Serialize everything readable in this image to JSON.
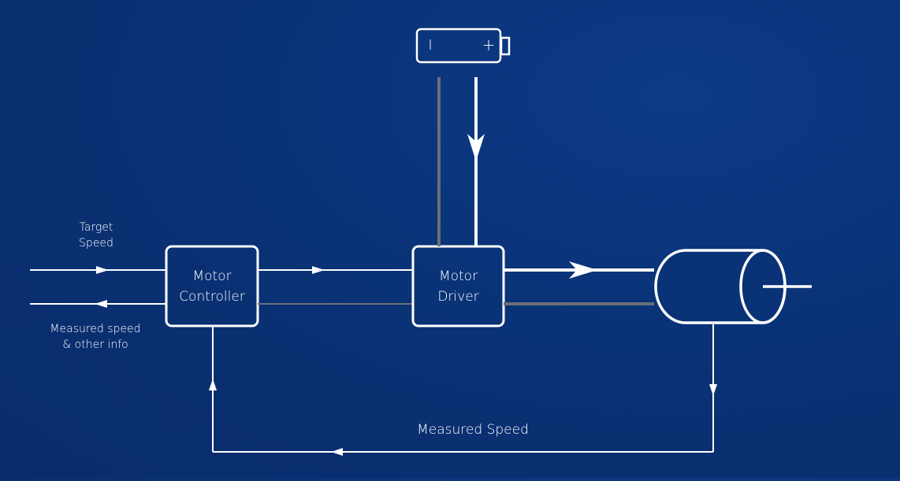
{
  "colors": {
    "background": "#0a3276",
    "line": "#ffffff",
    "return_line": "#6b6f78"
  },
  "diagram": {
    "inputs": {
      "target_speed": "Target\nSpeed",
      "measured_speed_info": "Measured speed\n& other info"
    },
    "blocks": {
      "motor_controller": "Motor\nController",
      "motor_driver": "Motor\nDriver"
    },
    "battery": {
      "negative_symbol": "I",
      "positive_symbol": "+"
    },
    "feedback_label": "Measured Speed",
    "motor_icon": "motor-cylinder-icon"
  }
}
